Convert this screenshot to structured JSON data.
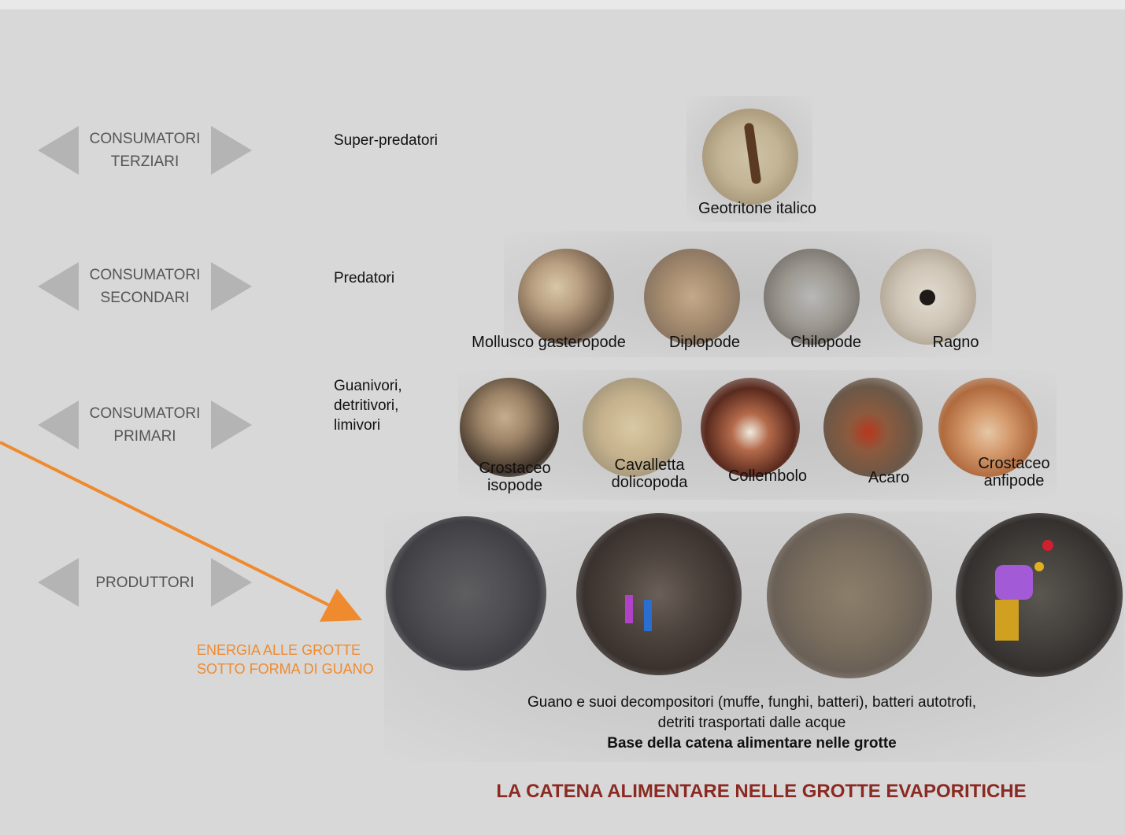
{
  "levels": [
    {
      "label": "CONSUMATORI\nTERZIARI",
      "role": "Super-predatori"
    },
    {
      "label": "CONSUMATORI\nSECONDARI",
      "role": "Predatori"
    },
    {
      "label": "CONSUMATORI\nPRIMARI",
      "role": "Guanivori,\ndetritivori,\nlimivori"
    },
    {
      "label": "PRODUTTORI",
      "role": ""
    }
  ],
  "organisms": {
    "tertiary": [
      {
        "name": "Geotritone italico",
        "icon": "salamander-photo"
      }
    ],
    "secondary": [
      {
        "name": "Mollusco gasteropode",
        "icon": "snail-photo"
      },
      {
        "name": "Diplopode",
        "icon": "millipede-photo"
      },
      {
        "name": "Chilopode",
        "icon": "centipede-photo"
      },
      {
        "name": "Ragno",
        "icon": "spider-photo"
      }
    ],
    "primary": [
      {
        "name": "Crostaceo\nisopode",
        "icon": "isopod-photo"
      },
      {
        "name": "Cavalletta\ndolicopoda",
        "icon": "cave-cricket-photo"
      },
      {
        "name": "Collembolo",
        "icon": "springtail-photo"
      },
      {
        "name": "Acaro",
        "icon": "mite-photo"
      },
      {
        "name": "Crostaceo\nanfipode",
        "icon": "amphipod-photo"
      }
    ],
    "producers": [
      {
        "icon": "guano-photo"
      },
      {
        "icon": "cave-explorers-photo"
      },
      {
        "icon": "guano-closeup-photo"
      },
      {
        "icon": "speleologists-photo"
      }
    ]
  },
  "producers_description": {
    "line1": "Guano e suoi decompositori (muffe, funghi, batteri), batteri autotrofi,",
    "line2": "detriti trasportati dalle acque",
    "bold": "Base della catena alimentare nelle grotte"
  },
  "energy_label": "ENERGIA ALLE GROTTE\nSOTTO FORMA DI GUANO",
  "title": "LA CATENA ALIMENTARE NELLE GROTTE EVAPORITICHE",
  "colors": {
    "arrow": "#f08a2e",
    "title": "#8b2a22",
    "triangles": "#b4b4b4"
  }
}
